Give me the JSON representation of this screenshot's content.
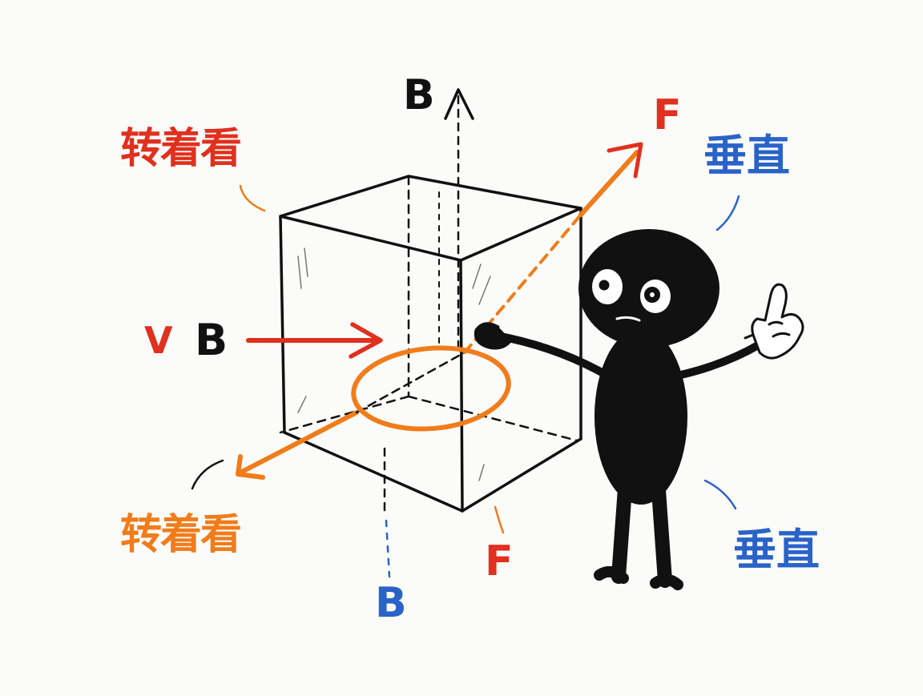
{
  "labels": {
    "b_top": "B",
    "f_top": "F",
    "rotate_top": "转着看",
    "perp_top": "垂直",
    "v": "V",
    "b_left": "B",
    "rotate_bottom": "转着看",
    "b_bottom": "B",
    "f_bottom": "F",
    "perp_bottom": "垂直"
  },
  "colors": {
    "ink": "#111111",
    "red": "#e0301e",
    "orange": "#f07c1a",
    "blue": "#2a63c8",
    "background": "#fbfbfa"
  },
  "icons": [
    "stick-figure",
    "pointing-hand"
  ]
}
